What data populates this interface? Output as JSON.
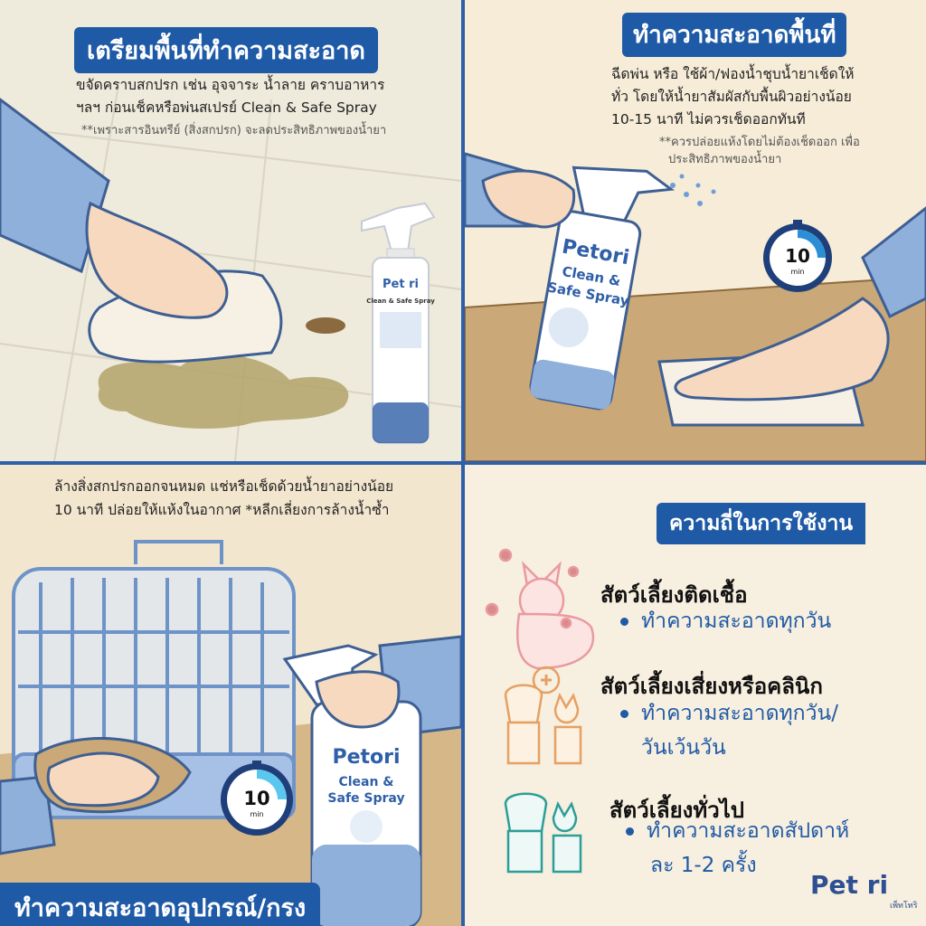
{
  "panel1": {
    "title": "เตรียมพื้นที่ทำความสะอาด",
    "text_line1": "ขจัดคราบสกปรก เช่น อุจจาระ น้ำลาย คราบอาหาร",
    "text_line2": "ฯลฯ ก่อนเช็คหรือพ่นสเปรย์ Clean & Safe Spray",
    "note": "**เพราะสารอินทรีย์ (สิ่งสกปรก) จะลดประสิทธิภาพของน้ำยา",
    "bottle_brand": "Pet ri",
    "bottle_name": "Clean & Safe Spray"
  },
  "panel2": {
    "title": "ทำความสะอาดพื้นที่",
    "text_line1": "ฉีดพ่น หรือ ใช้ผ้า/ฟองน้ำชุบน้ำยาเช็ดให้",
    "text_line2": "ทั่ว โดยให้น้ำยาสัมผัสกับพื้นผิวอย่างน้อย",
    "text_line3": "10-15 นาที ไม่ควรเช็ดออกทันที",
    "note_line1": "**ควรปล่อยแห้งโดยไม่ต้องเช็ดออก เพื่อ",
    "note_line2": "ประสิทธิภาพของน้ำยา",
    "bottle_brand": "Petori",
    "bottle_line1": "Clean &",
    "bottle_line2": "Safe Spray",
    "timer_value": "10",
    "timer_unit": "min"
  },
  "panel3": {
    "text_line1": "ล้างสิ่งสกปรกออกจนหมด แช่หรือเช็ดด้วยน้ำยาอย่างน้อย",
    "text_line2": "10 นาที ปล่อยให้แห้งในอากาศ *หลีกเลี่ยงการล้างน้ำซ้ำ",
    "title": "ทำความสะอาดอุปกรณ์/กรง",
    "bottle_brand": "Petori",
    "bottle_line1": "Clean &",
    "bottle_line2": "Safe Spray",
    "timer_value": "10",
    "timer_unit": "min"
  },
  "panel4": {
    "title": "ความถี่ในการใช้งาน",
    "group1_label": "สัตว์เลี้ยงติดเชื้อ",
    "group1_item": "ทำความสะอาดทุกวัน",
    "group2_label": "สัตว์เลี้ยงเสี่ยงหรือคลินิก",
    "group2_item_line1": "ทำความสะอาดทุกวัน/",
    "group2_item_line2": "วันเว้นวัน",
    "group3_label": "สัตว์เลี้ยงทั่วไป",
    "group3_item_line1": "ทำความสะอาดสัปดาห์",
    "group3_item_line2": "ละ 1-2 ครั้ง",
    "logo_text": "Pet ri",
    "logo_sub": "เพ็ทโทริ"
  },
  "colors": {
    "brand_blue": "#1f5aa6",
    "sleeve_blue": "#8fb0da",
    "skin": "#f7d9bf",
    "stain": "#b3a36a"
  }
}
